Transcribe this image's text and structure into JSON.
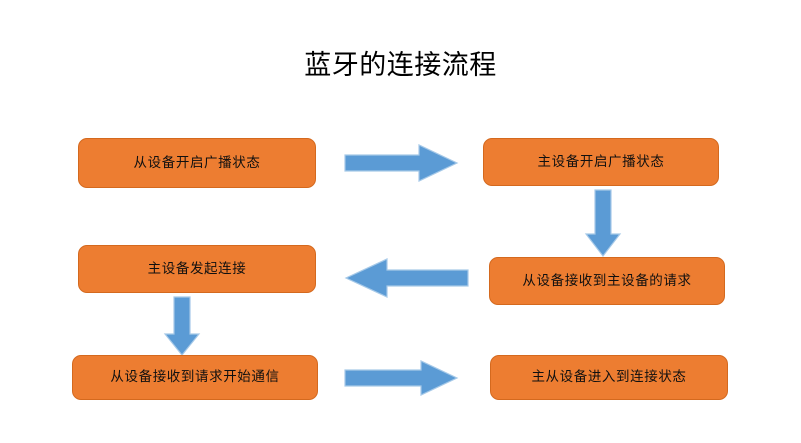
{
  "title": "蓝牙的连接流程",
  "theme": {
    "background": "#ffffff",
    "node_fill": "#ED7D31",
    "node_border": "#D4691E",
    "node_text": "#101010",
    "arrow_fill": "#5B9BD5",
    "arrow_border": "#A6C9E8",
    "title_color": "#000000"
  },
  "diagram": {
    "type": "flowchart",
    "nodes": [
      {
        "id": "n1",
        "label": "从设备开启广播状态",
        "row": 1,
        "column": "left"
      },
      {
        "id": "n2",
        "label": "主设备开启广播状态",
        "row": 1,
        "column": "right"
      },
      {
        "id": "n3",
        "label": "从设备接收到主设备的请求",
        "row": 2,
        "column": "right"
      },
      {
        "id": "n4",
        "label": "主设备发起连接",
        "row": 2,
        "column": "left"
      },
      {
        "id": "n5",
        "label": "从设备接收到请求开始通信",
        "row": 3,
        "column": "left"
      },
      {
        "id": "n6",
        "label": "主从设备进入到连接状态",
        "row": 3,
        "column": "right"
      }
    ],
    "arrows": [
      {
        "id": "a1",
        "from": "n1",
        "to": "n2",
        "direction": "right",
        "name": "arrow-right-top"
      },
      {
        "id": "a2",
        "from": "n2",
        "to": "n3",
        "direction": "down",
        "name": "arrow-down-right"
      },
      {
        "id": "a3",
        "from": "n3",
        "to": "n4",
        "direction": "left",
        "name": "arrow-left-middle"
      },
      {
        "id": "a4",
        "from": "n4",
        "to": "n5",
        "direction": "down",
        "name": "arrow-down-left"
      },
      {
        "id": "a5",
        "from": "n5",
        "to": "n6",
        "direction": "right",
        "name": "arrow-right-bottom"
      }
    ]
  }
}
